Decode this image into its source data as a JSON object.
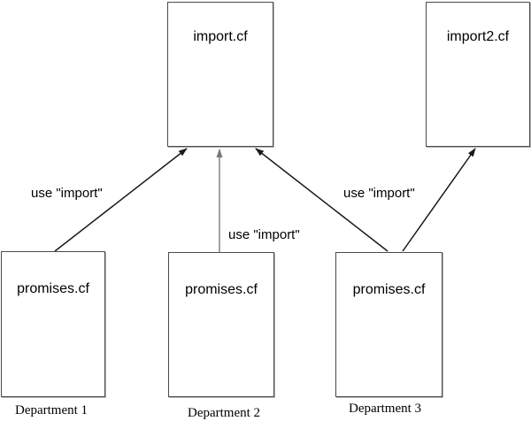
{
  "colors": {
    "background": "#ffffff",
    "box_border": "#4a4a4a",
    "box_shadow": "#b4b4b4",
    "arrow_black": "#1a1a1a",
    "arrow_gray": "#8c8c8c",
    "text": "#000000"
  },
  "boxes": [
    {
      "id": "import",
      "label": "import.cf"
    },
    {
      "id": "import2",
      "label": "import2.cf"
    },
    {
      "id": "promises1",
      "label": "promises.cf"
    },
    {
      "id": "promises2",
      "label": "promises.cf"
    },
    {
      "id": "promises3",
      "label": "promises.cf"
    }
  ],
  "edge_labels": [
    {
      "text": "use \"import\""
    },
    {
      "text": "use \"import\""
    },
    {
      "text": "use \"import\""
    }
  ],
  "department_labels": [
    {
      "text": "Department 1"
    },
    {
      "text": "Department 2"
    },
    {
      "text": "Department 3"
    }
  ],
  "edges": [
    {
      "from": "promises.cf (Department 1)",
      "to": "import.cf"
    },
    {
      "from": "promises.cf (Department 2)",
      "to": "import.cf"
    },
    {
      "from": "promises.cf (Department 3)",
      "to": "import.cf"
    },
    {
      "from": "promises.cf (Department 3)",
      "to": "import2.cf"
    }
  ]
}
